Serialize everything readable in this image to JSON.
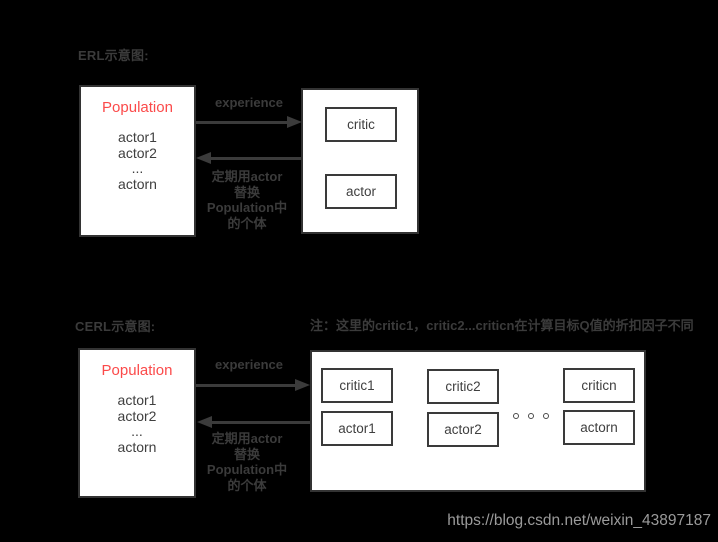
{
  "colors": {
    "background": "#000000",
    "box_fill": "#ffffff",
    "box_border": "#333333",
    "outside_text": "#3b3b3b",
    "inside_text": "#3f3f3f",
    "population_title_red": "#fb4a4a",
    "watermark_gray": "#9b9b9b"
  },
  "erl": {
    "section_title": "ERL示意图:",
    "population": {
      "title": "Population",
      "members": [
        "actor1",
        "actor2",
        "...",
        "actorn"
      ]
    },
    "experience_label": "experience",
    "replace_note_lines": [
      "定期用actor",
      "替换",
      "Population中",
      "的个体"
    ],
    "agents": {
      "critic": "critic",
      "actor": "actor"
    }
  },
  "cerl": {
    "section_title": "CERL示意图:",
    "note": "注：这里的critic1，critic2...criticn在计算目标Q值的折扣因子不同",
    "population": {
      "title": "Population",
      "members": [
        "actor1",
        "actor2",
        "...",
        "actorn"
      ]
    },
    "experience_label": "experience",
    "replace_note_lines": [
      "定期用actor",
      "替换",
      "Population中",
      "的个体"
    ],
    "agent_columns": [
      {
        "critic": "critic1",
        "actor": "actor1"
      },
      {
        "critic": "critic2",
        "actor": "actor2"
      },
      {
        "critic": "criticn",
        "actor": "actorn"
      }
    ],
    "ellipsis": "。。。"
  },
  "watermark": "https://blog.csdn.net/weixin_43897187"
}
